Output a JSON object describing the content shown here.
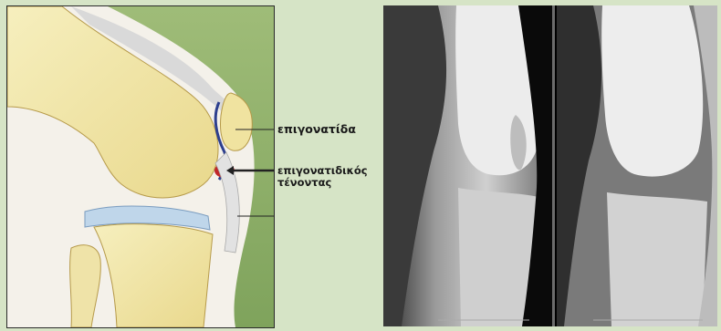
{
  "anatomy_labels": {
    "patella": "επιγονατίδα",
    "patellar_tendon_line1": "επιγονατιδικός",
    "patellar_tendon_line2": "τένοντας"
  },
  "colors": {
    "background": "#d6e4c6",
    "illustration_background": "#8fae6a",
    "bone": "#f1e7a6",
    "tendon": "#e6e6e6",
    "injury": "#c0262b"
  }
}
